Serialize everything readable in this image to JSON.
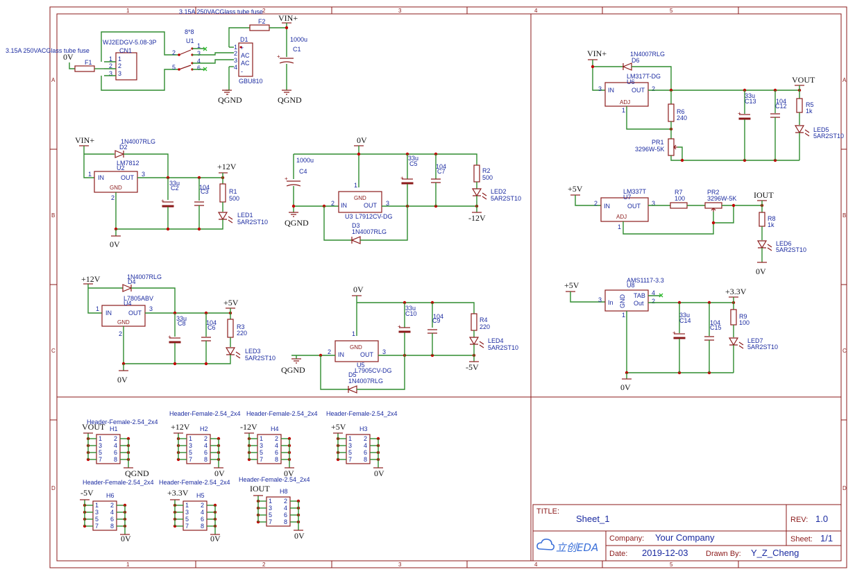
{
  "frame": {
    "cols": [
      "1",
      "2",
      "3",
      "4",
      "5"
    ],
    "rows": [
      "A",
      "B",
      "C",
      "D"
    ]
  },
  "labels": {
    "fuse_note_top": "3.15A 250VACGlass tube fuse",
    "fuse_note_left": "3.15A 250VACGlass tube fuse",
    "net_0v_input": "0V",
    "cn1_part": "WJ2EDGV-5.08-3P",
    "cn1_ref": "CN1",
    "f1_ref": "F1",
    "u1_part": "8*8",
    "u1_ref": "U1",
    "f2_ref": "F2",
    "vin_top": "VIN+",
    "d1_ref": "D1",
    "d1_part": "GBU810",
    "c1_val": "1000u",
    "c1_ref": "C1",
    "qgnd_1": "QGND",
    "qgnd_2": "QGND",
    "d1_ac1": "AC",
    "d1_ac2": "AC",
    "d1_plus": "+",
    "d1_minus": "-",
    "vin_u2": "VIN+",
    "d2_part": "1N4007RLG",
    "d2_ref": "D2",
    "u2_part": "LM7812",
    "u2_ref": "U2",
    "u2_in": "IN",
    "u2_out": "OUT",
    "u2_gnd": "GND",
    "net_p12v": "+12V",
    "c2_val": "33u",
    "c2_ref": "C2",
    "c3_val": "104",
    "c3_ref": "C3",
    "r1_ref": "R1",
    "r1_val": "500",
    "led1_ref": "LED1",
    "led1_part": "5AR2ST10",
    "net_0v_u2": "0V",
    "vin_p12_u4": "+12V",
    "d4_part": "1N4007RLG",
    "d4_ref": "D4",
    "u4_part": "L7805ABV",
    "u4_ref": "U4",
    "u4_in": "IN",
    "u4_out": "OUT",
    "u4_gnd": "GND",
    "net_p5v": "+5V",
    "c8_val": "33u",
    "c8_ref": "C8",
    "c6_val": "104",
    "c6_ref": "C6",
    "r3_ref": "R3",
    "r3_val": "220",
    "led3_ref": "LED3",
    "led3_part": "5AR2ST10",
    "net_0v_u4": "0V",
    "net_0v_u3": "0V",
    "c4_val": "1000u",
    "c4_ref": "C4",
    "qgnd_u3": "QGND",
    "u3_ref": "U3",
    "u3_part": "L7912CV-DG",
    "u3_in": "IN",
    "u3_out": "OUT",
    "u3_gnd": "GND",
    "d3_ref": "D3",
    "d3_part": "1N4007RLG",
    "c5_val": "33u",
    "c5_ref": "C5",
    "c7_val": "104",
    "c7_ref": "C7",
    "r2_ref": "R2",
    "r2_val": "500",
    "led2_ref": "LED2",
    "led2_part": "5AR2ST10",
    "net_m12v": "-12V",
    "net_0v_u5": "0V",
    "qgnd_u5": "QGND",
    "u5_ref": "U5",
    "u5_part": "L7905CV-DG",
    "u5_in": "IN",
    "u5_out": "OUT",
    "u5_gnd": "GND",
    "d5_ref": "D5",
    "d5_part": "1N4007RLG",
    "c10_val": "33u",
    "c10_ref": "C10",
    "c9_val": "104",
    "c9_ref": "C9",
    "r4_ref": "R4",
    "r4_val": "220",
    "led4_ref": "LED4",
    "led4_part": "5AR2ST10",
    "net_m5v": "-5V",
    "vin_u6": "VIN+",
    "d6_part": "1N4007RLG",
    "d6_ref": "D6",
    "u6_part": "LM317T-DG",
    "u6_ref": "U6",
    "u6_in": "IN",
    "u6_out": "OUT",
    "u6_adj": "ADJ",
    "net_vout": "VOUT",
    "r6_ref": "R6",
    "r6_val": "240",
    "pr1_ref": "PR1",
    "pr1_part": "3296W-5K",
    "c13_val": "33u",
    "c13_ref": "C13",
    "c12_val": "104",
    "c12_ref": "C12",
    "r5_ref": "R5",
    "r5_val": "1k",
    "led5_ref": "LED5",
    "led5_part": "5AR2ST10",
    "net_p5v_u7": "+5V",
    "u7_part": "LM337T",
    "u7_ref": "U7",
    "u7_in": "IN",
    "u7_out": "OUT",
    "u7_adj": "ADJ",
    "r7_ref": "R7",
    "r7_val": "100",
    "pr2_ref": "PR2",
    "pr2_part": "3296W-5K",
    "net_iout": "IOUT",
    "r8_ref": "R8",
    "r8_val": "1k",
    "led6_ref": "LED6",
    "led6_part": "5AR2ST10",
    "net_0v_u7": "0V",
    "net_p5v_u8": "+5V",
    "u8_part": "AMS1117-3.3",
    "u8_ref": "U8",
    "u8_in": "In",
    "u8_out": "Out",
    "u8_tab": "TAB",
    "u8_gnd": "GND",
    "net_p33v": "+3.3V",
    "c14_val": "33u",
    "c14_ref": "C14",
    "c15_val": "104",
    "c15_ref": "C15",
    "r9_ref": "R9",
    "r9_val": "100",
    "led7_ref": "LED7",
    "led7_part": "5AR2ST10",
    "net_0v_u8": "0V"
  },
  "headers": [
    {
      "part": "Header-Female-2.54_2x4",
      "ref": "H1",
      "net_top": "VOUT",
      "net_bottom": "QGND"
    },
    {
      "part": "Header-Female-2.54_2x4",
      "ref": "H2",
      "net_top": "+12V",
      "net_bottom": "0V"
    },
    {
      "part": "Header-Female-2.54_2x4",
      "ref": "H4",
      "net_top": "-12V",
      "net_bottom": "0V"
    },
    {
      "part": "Header-Female-2.54_2x4",
      "ref": "H3",
      "net_top": "+5V",
      "net_bottom": "0V"
    },
    {
      "part": "Header-Female-2.54_2x4",
      "ref": "H6",
      "net_top": "-5V",
      "net_bottom": "0V"
    },
    {
      "part": "Header-Female-2.54_2x4",
      "ref": "H5",
      "net_top": "+3.3V",
      "net_bottom": "0V"
    },
    {
      "part": "Header-Female-2.54_2x4",
      "ref": "H8",
      "net_top": "IOUT",
      "net_bottom": "0V"
    }
  ],
  "header_pins": {
    "left": [
      "1",
      "3",
      "5",
      "7"
    ],
    "right": [
      "2",
      "4",
      "6",
      "8"
    ]
  },
  "title_block": {
    "title_label": "TITLE:",
    "title": "Sheet_1",
    "rev_label": "REV:",
    "rev": "1.0",
    "company_label": "Company:",
    "company": "Your Company",
    "sheet_label": "Sheet:",
    "sheet": "1/1",
    "date_label": "Date:",
    "date": "2019-12-03",
    "drawn_label": "Drawn By:",
    "drawn": "Y_Z_Cheng",
    "logo": "立创EDA"
  },
  "colors": {
    "frame": "#8b1a1a",
    "wire": "#2e8b2e",
    "text": "#1a2aa0",
    "junction": "#c00000"
  }
}
